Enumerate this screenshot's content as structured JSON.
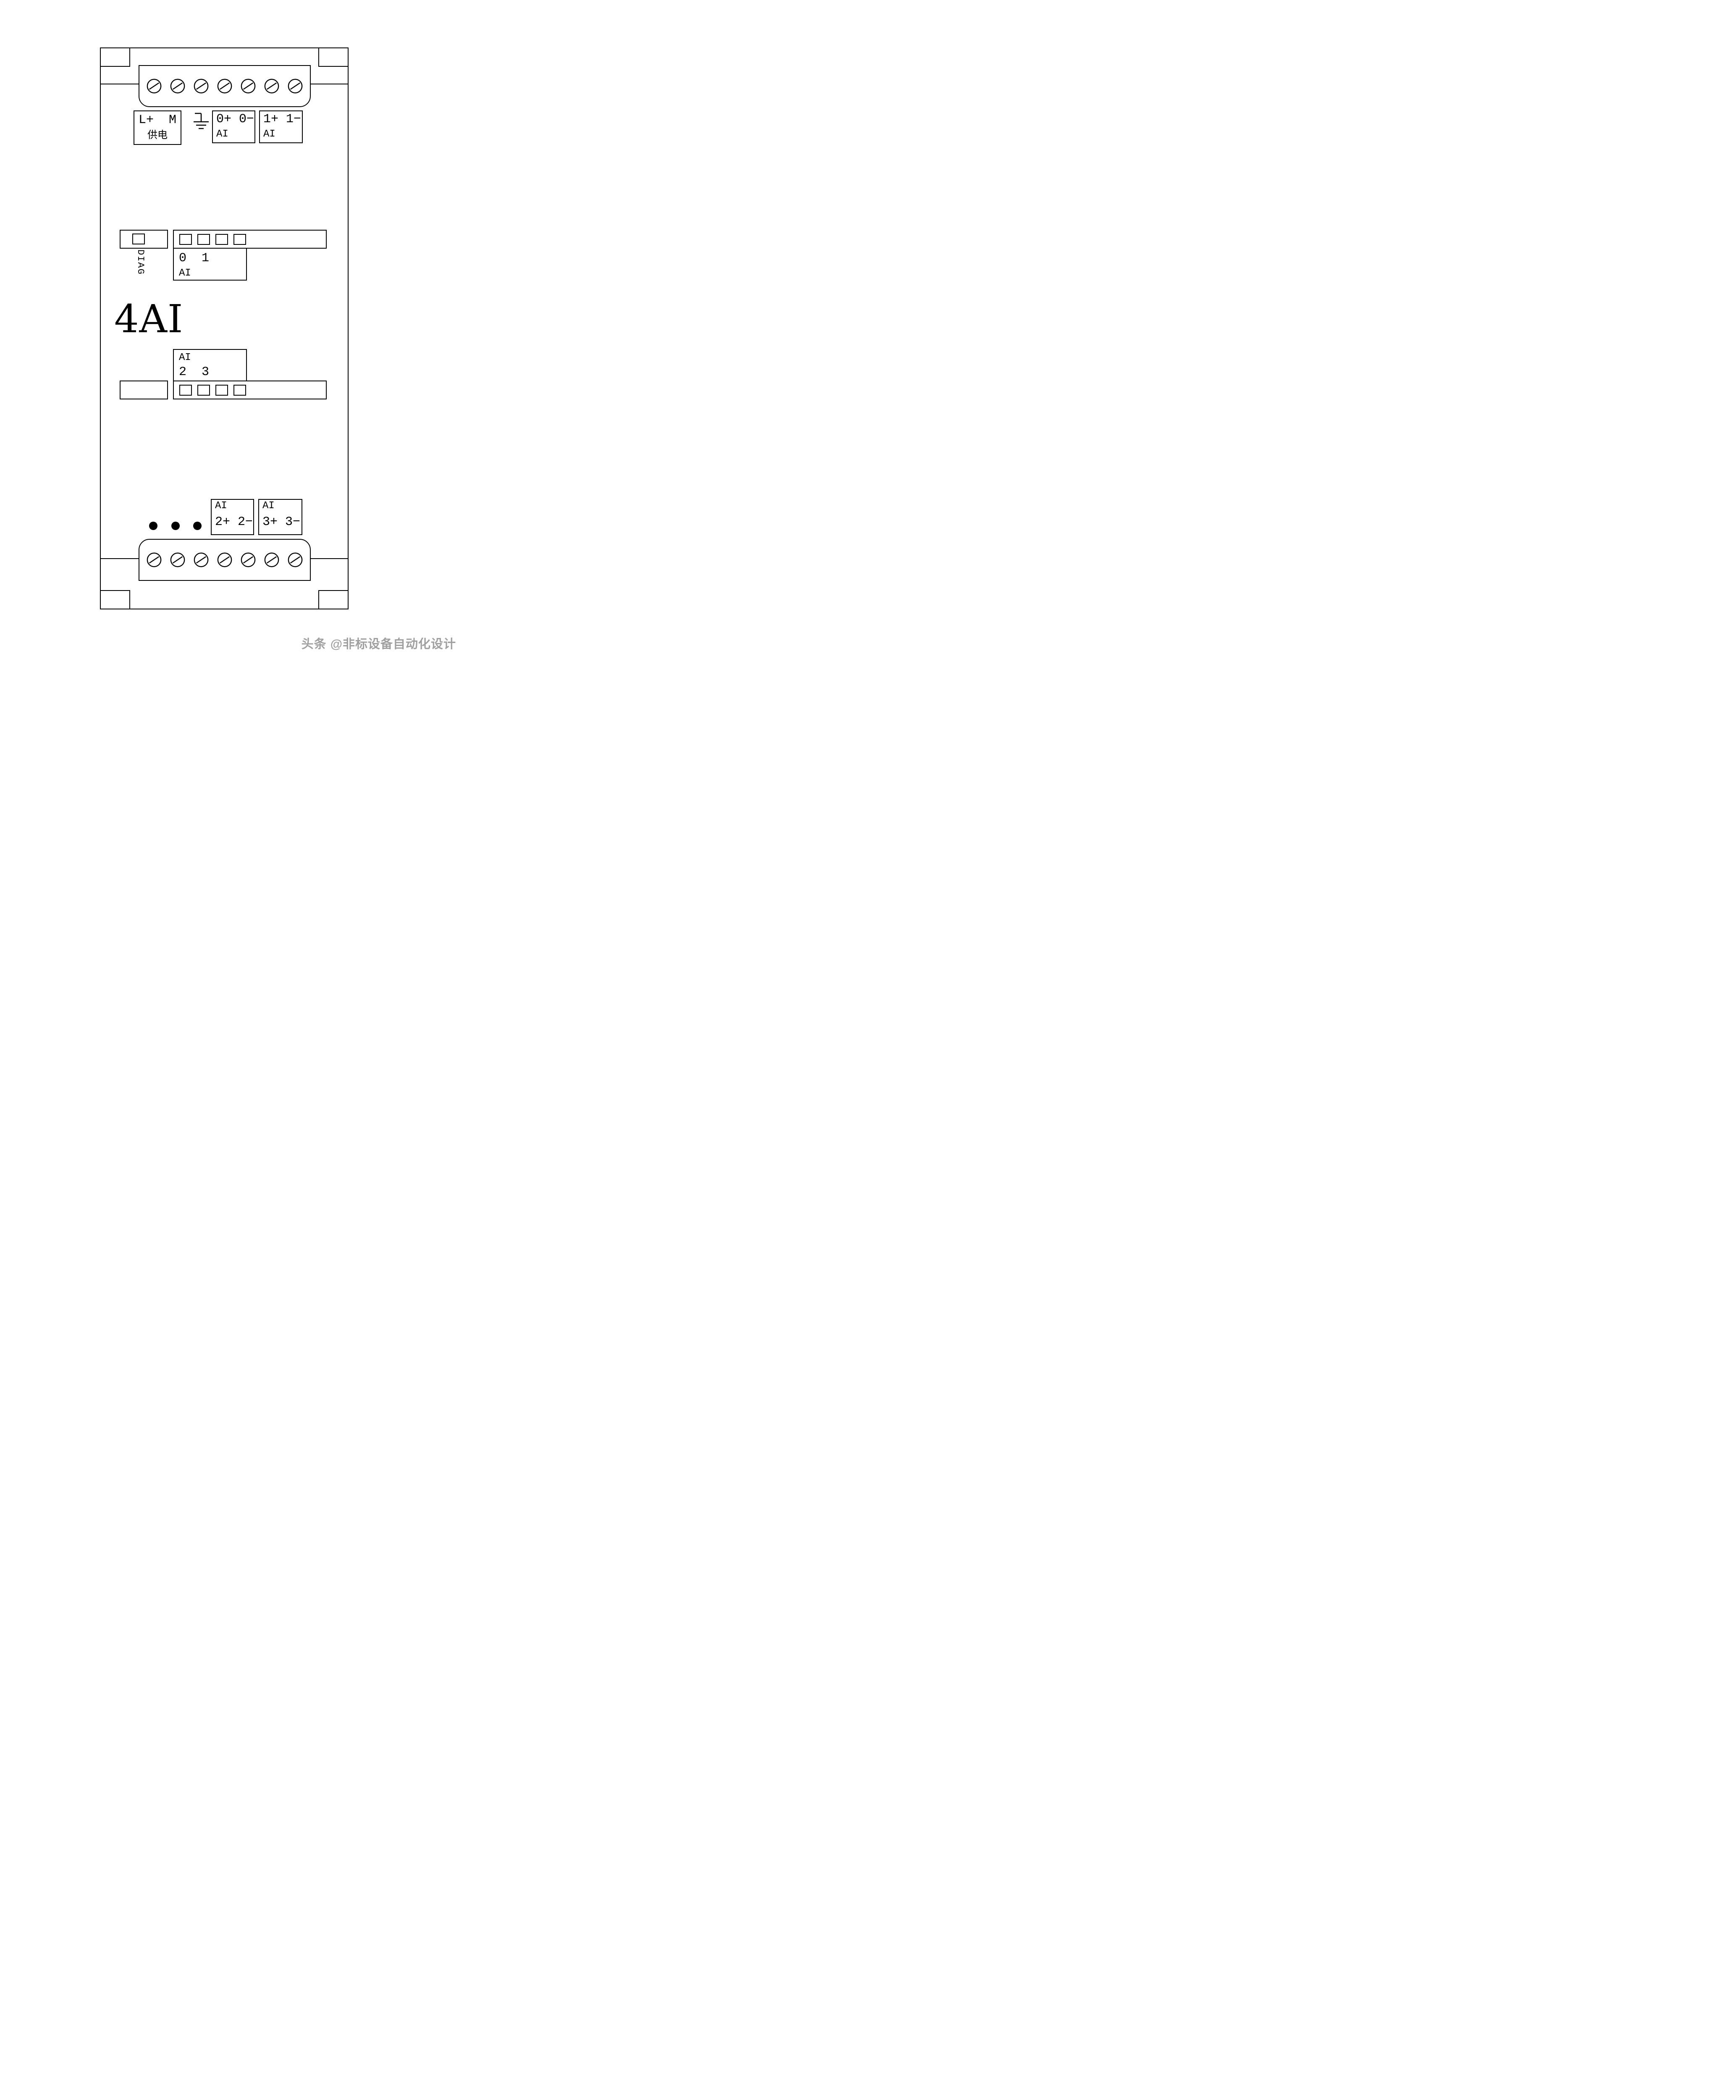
{
  "watermark": "头条 @非标设备自动化设计",
  "module": {
    "title": "4AI",
    "counts": {
      "screws_per_row": 7,
      "leds_per_bar": 4,
      "dots": 3
    },
    "icons": {
      "screw": "slotted-screw-head",
      "earth": "functional-earth",
      "led": "status-led",
      "dot": "terminal-dot"
    },
    "top": {
      "power": {
        "terminals": "L+  M",
        "label": "供电"
      },
      "ai0": {
        "terminals": "0+ 0−",
        "label": "AI"
      },
      "ai1": {
        "terminals": "1+ 1−",
        "label": "AI"
      }
    },
    "status": {
      "diag_label": "DIAG",
      "upper": {
        "numbers": "0  1",
        "label": "AI"
      },
      "lower": {
        "label": "AI",
        "numbers": "2  3"
      }
    },
    "bottom": {
      "ai2": {
        "label": "AI",
        "terminals": "2+ 2−"
      },
      "ai3": {
        "label": "AI",
        "terminals": "3+ 3−"
      }
    }
  }
}
